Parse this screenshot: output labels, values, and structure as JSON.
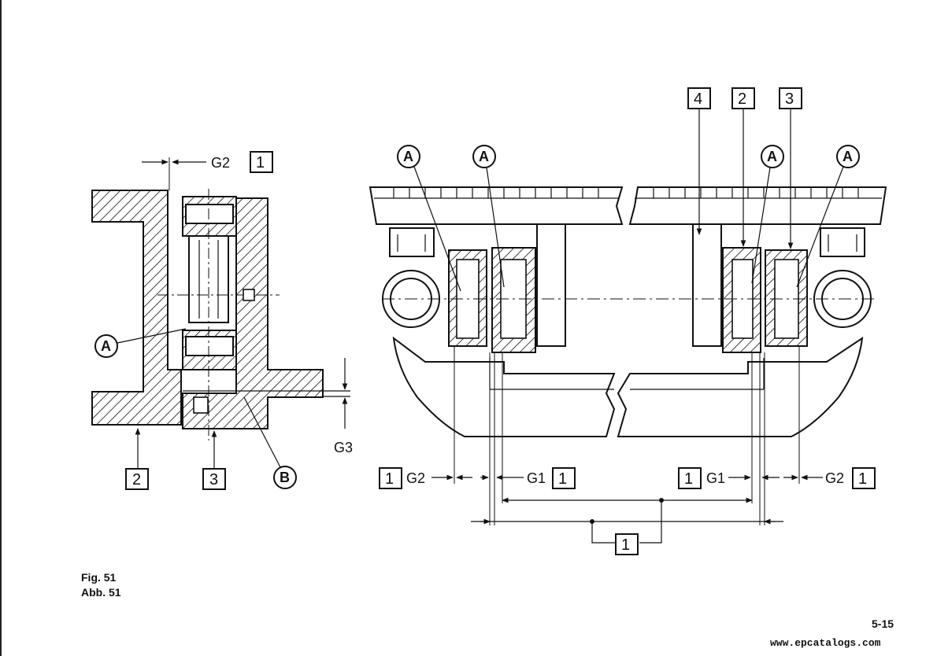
{
  "figure": {
    "caption_en": "Fig. 51",
    "caption_de": "Abb. 51",
    "page_number": "5-15",
    "watermark": "www.epcatalogs.com"
  },
  "labels": {
    "part_1": "1",
    "part_2": "2",
    "part_3": "3",
    "part_4": "4",
    "point_a": "A",
    "point_b": "B",
    "gap_g1": "G1",
    "gap_g2": "G2",
    "gap_g3": "G3"
  }
}
